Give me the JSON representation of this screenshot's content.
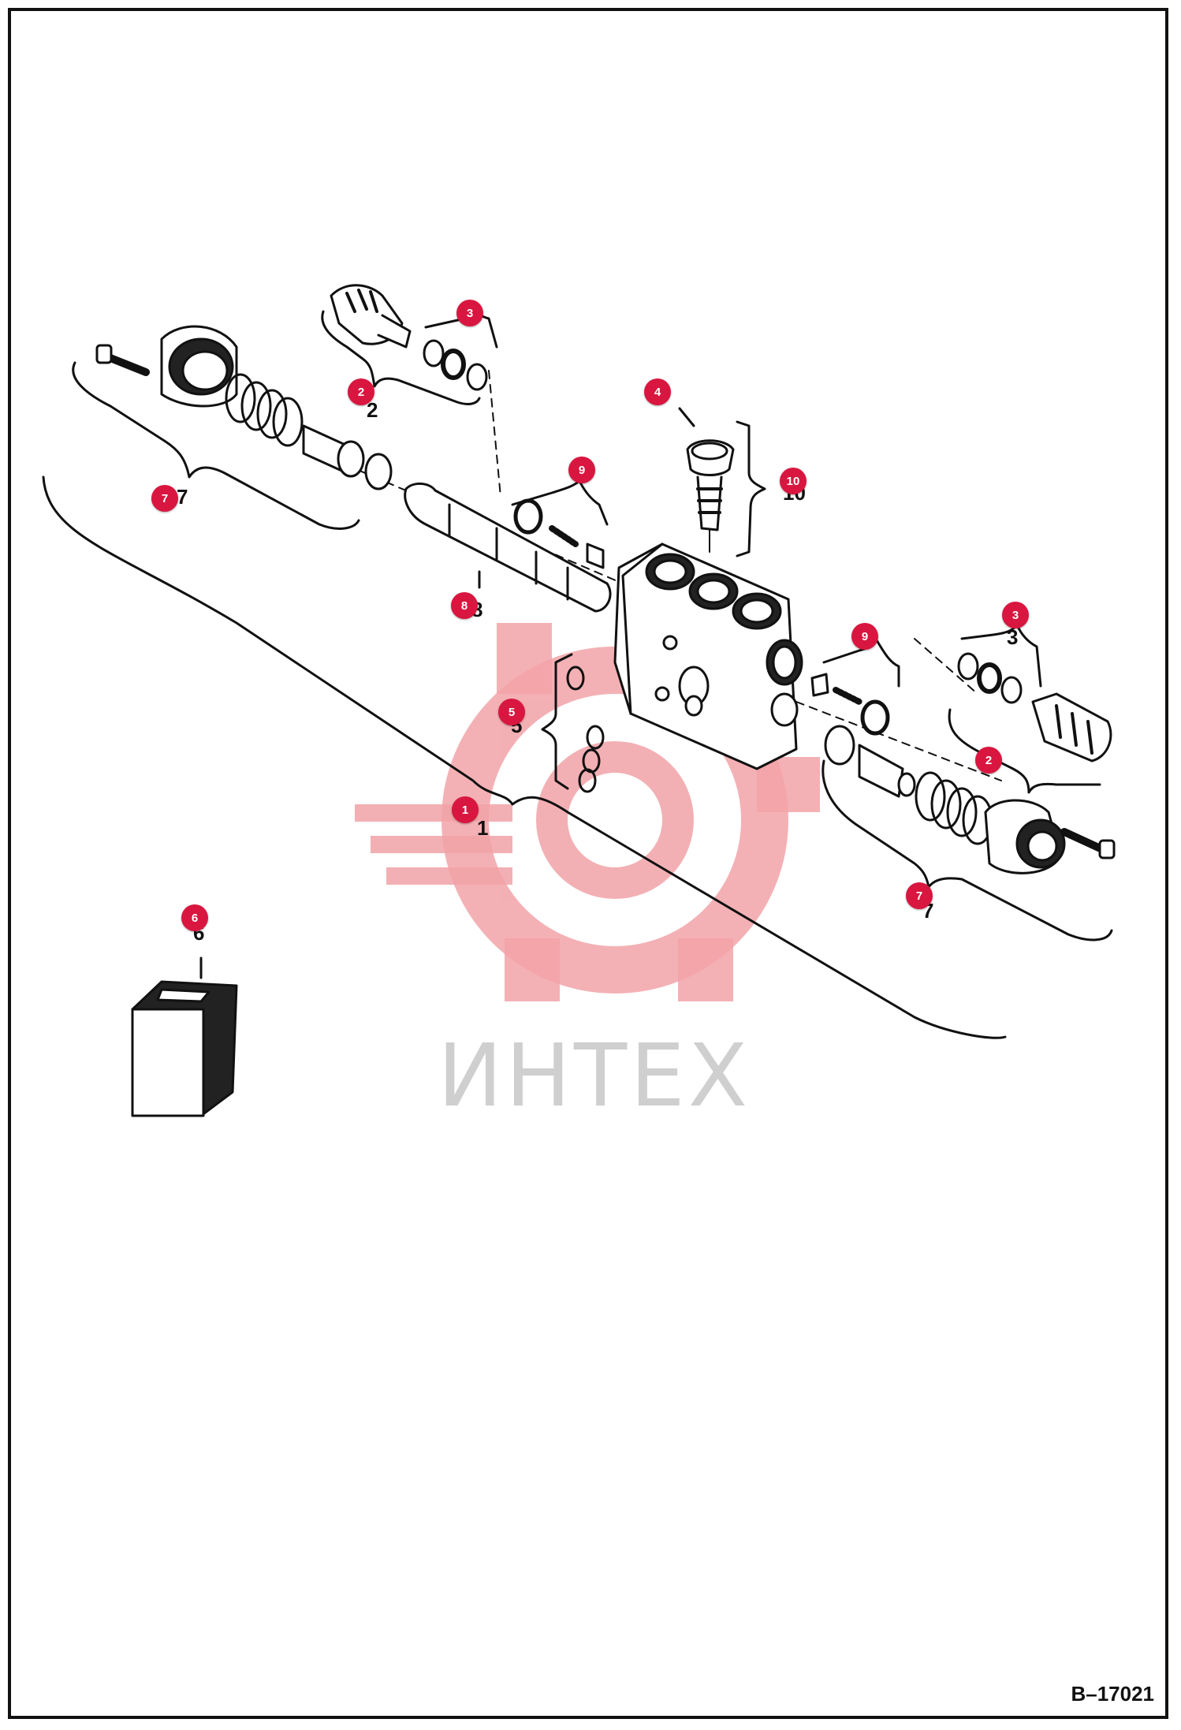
{
  "diagram": {
    "drawing_code": "B–17021",
    "watermark_text": "ИНТЕХ",
    "watermark_color": "#f2a3a8",
    "callout_color": "#d9163f",
    "callouts": [
      "1",
      "2",
      "2",
      "3",
      "3",
      "4",
      "5",
      "6",
      "7",
      "7",
      "8",
      "9",
      "9",
      "10"
    ],
    "part_numbers": [
      "1",
      "2",
      "3",
      "3",
      "5",
      "6",
      "7",
      "7",
      "8",
      "10"
    ]
  }
}
